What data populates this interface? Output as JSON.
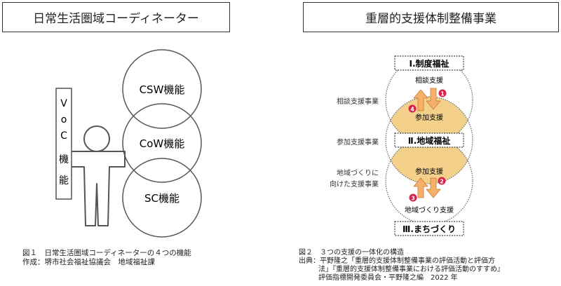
{
  "left": {
    "title": "日常生活圏域コーディネーター",
    "voc_chars": [
      "V",
      "o",
      "C",
      "機",
      "能"
    ],
    "circles": [
      "CSW機能",
      "CoW機能",
      "SC機能"
    ],
    "caption_line1": "図１　日常生活圏域コーディネーターの４つの機能",
    "caption_line2": "作成：堺市社会福祉協議会　地域福祉課"
  },
  "right": {
    "title": "重層的支援体制整備事業",
    "box_top": "Ⅰ.制度福祉",
    "box_mid": "Ⅱ.地域福祉",
    "box_bottom": "Ⅲ.まちづくり",
    "inner_labels": {
      "top": "相談支援",
      "sanka_upper": "参加支援",
      "sanka_lower": "参加支援",
      "bottom": "地域づくり支援"
    },
    "side_labels": {
      "soudan": "相談支援事業",
      "sanka": "参加支援事業",
      "chiiki_line1": "地域づくりに",
      "chiiki_line2": "向けた支援事業"
    },
    "markers": [
      "1",
      "4",
      "2",
      "3"
    ],
    "caption_line1": "図２　３つの支援の一体化の構造",
    "caption_line2": "出典：平野隆之「重層的支援体制整備事業の評価活動と評価方",
    "caption_line3": "法」『重層的支援体制整備事業における評価活動のすすめ』",
    "caption_line4": "評価指標開発委員会・平野隆之編　2022 年"
  },
  "colors": {
    "overlap_fill": "#f3d18a",
    "arrow_fill": "#f5b06b",
    "marker_fill": "#d6224c",
    "circle_stroke": "#555555"
  }
}
